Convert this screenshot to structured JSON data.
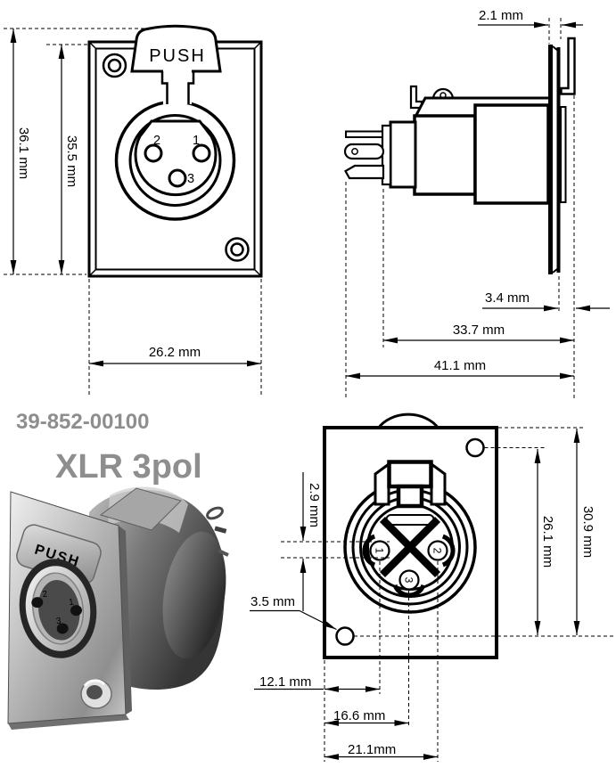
{
  "product": {
    "part_number": "39-852-00100",
    "name": "XLR 3pol"
  },
  "front_view": {
    "push_label": "PUSH",
    "pin1": "1",
    "pin2": "2",
    "pin3": "3",
    "dim_total_height": "36.1 mm",
    "dim_flange_height": "35.5 mm",
    "dim_width": "26.2 mm"
  },
  "side_view": {
    "dim_flange_thickness": "2.1 mm",
    "dim_panel_gap": "3.4 mm",
    "dim_body_depth": "33.7 mm",
    "dim_total_depth": "41.1 mm"
  },
  "rear_view": {
    "t1": "1",
    "t2": "2",
    "t3": "3",
    "dim_pin_offset": "2.9 mm",
    "dim_hole_span": "26.1 mm",
    "dim_total_height": "30.9 mm",
    "dim_hole_diameter": "3.5 mm",
    "dim_pin1_x": "12.1 mm",
    "dim_pin3_x": "16.6 mm",
    "dim_pin2_x": "21.1mm"
  },
  "photo": {
    "push_label": "PUSH",
    "pin1": "1",
    "pin2": "2",
    "pin3": "3"
  },
  "colors": {
    "line": "#000000",
    "label_gray": "#8e8e8e"
  }
}
